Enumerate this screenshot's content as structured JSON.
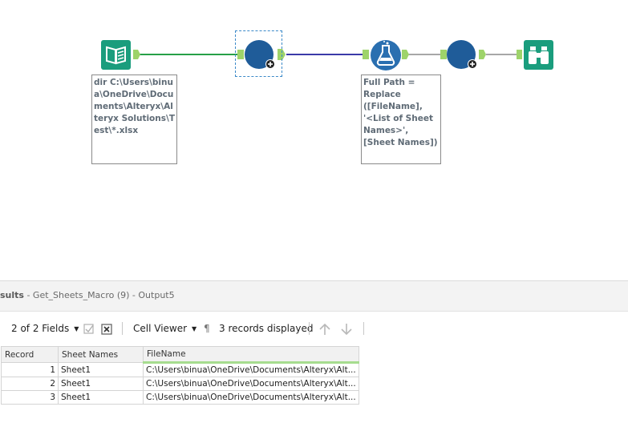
{
  "canvas": {
    "annotations": {
      "directory": "dir C:\\Users\\binua\\OneDrive\\Documents\\Alteryx\\Alteryx Solutions\\Test\\*.xlsx",
      "formula": "Full Path = Replace ([FileName], '<List of Sheet Names>', [Sheet Names])"
    },
    "colors": {
      "tool_green": "#1a9d7d",
      "macro_blue": "#1f5c99",
      "formula_blue": "#2a6fb0",
      "anchor_green": "#9ed36a",
      "line_green": "#27a048",
      "line_purple": "#3b3aa8",
      "line_gray": "#8a8a8a"
    },
    "icons": [
      "directory-icon",
      "macro-icon",
      "formula-icon",
      "macro-icon",
      "browse-icon"
    ]
  },
  "results": {
    "title_prefix": "sults",
    "title_rest": " - Get_Sheets_Macro (9) - Output5",
    "toolbar": {
      "fields_label": "2 of 2 Fields",
      "cell_viewer_label": "Cell Viewer",
      "records_label": "3 records displayed"
    },
    "table": {
      "columns": [
        "Record",
        "Sheet Names",
        "FileName"
      ],
      "rows": [
        {
          "record": "1",
          "sheet": "Sheet1",
          "file": "C:\\Users\\binua\\OneDrive\\Documents\\Alteryx\\Alt..."
        },
        {
          "record": "2",
          "sheet": "Sheet1",
          "file": "C:\\Users\\binua\\OneDrive\\Documents\\Alteryx\\Alt..."
        },
        {
          "record": "3",
          "sheet": "Sheet1",
          "file": "C:\\Users\\binua\\OneDrive\\Documents\\Alteryx\\Alt..."
        }
      ]
    }
  }
}
